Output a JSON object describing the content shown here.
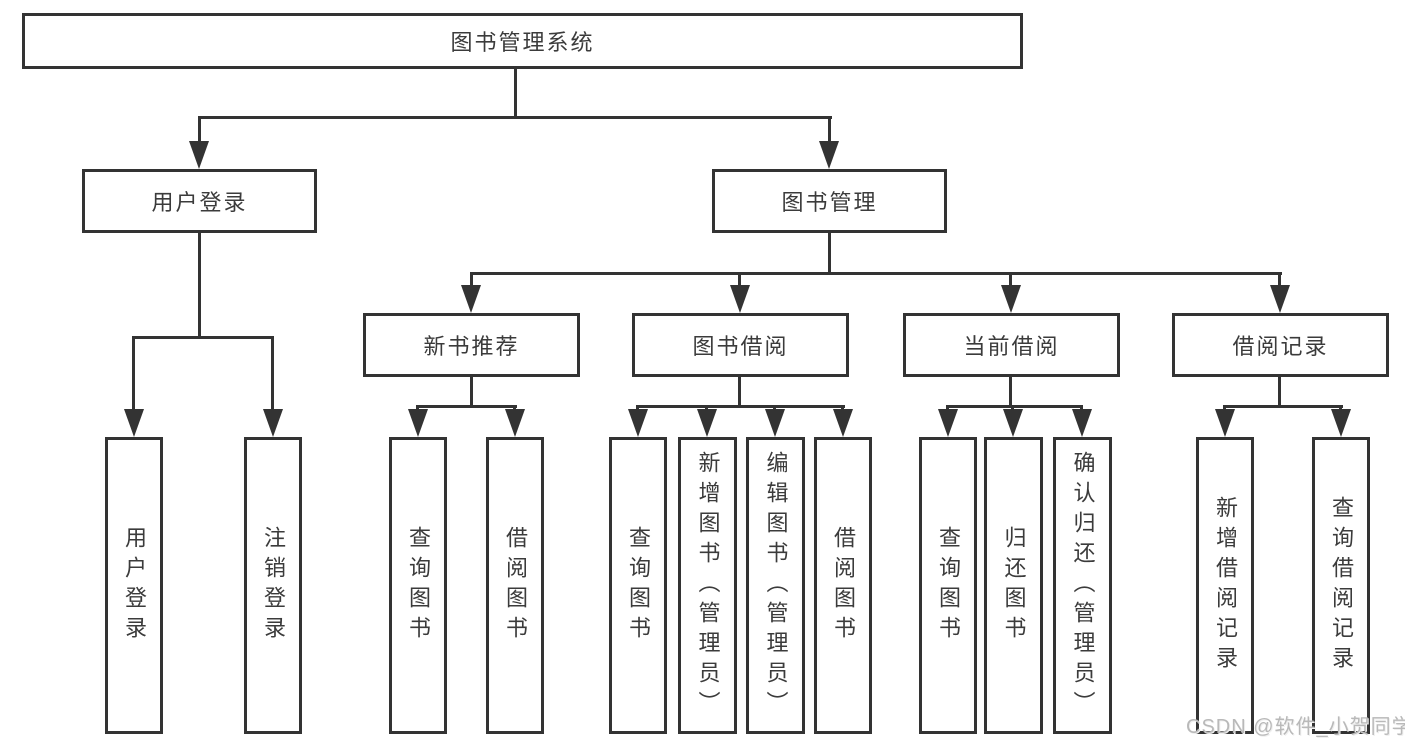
{
  "diagram": {
    "root": "图书管理系统",
    "nodes": {
      "user_login": "用户登录",
      "book_mgmt": "图书管理",
      "new_book_rec": "新书推荐",
      "book_borrow": "图书借阅",
      "current_borrow": "当前借阅",
      "borrow_records": "借阅记录"
    },
    "leaves": {
      "user_login": [
        "用户登录",
        "注销登录"
      ],
      "new_book_rec": [
        "查询图书",
        "借阅图书"
      ],
      "book_borrow": [
        "查询图书",
        "新增图书（管理员）",
        "编辑图书（管理员）",
        "借阅图书"
      ],
      "current_borrow": [
        "查询图书",
        "归还图书",
        "确认归还（管理员）"
      ],
      "borrow_records": [
        "新增借阅记录",
        "查询借阅记录"
      ]
    },
    "watermark": "CSDN @软件_小贺同学",
    "colors": {
      "line": "#333333",
      "text": "#3b3b3b",
      "background": "#ffffff",
      "watermark": "#b9b9b9"
    }
  }
}
